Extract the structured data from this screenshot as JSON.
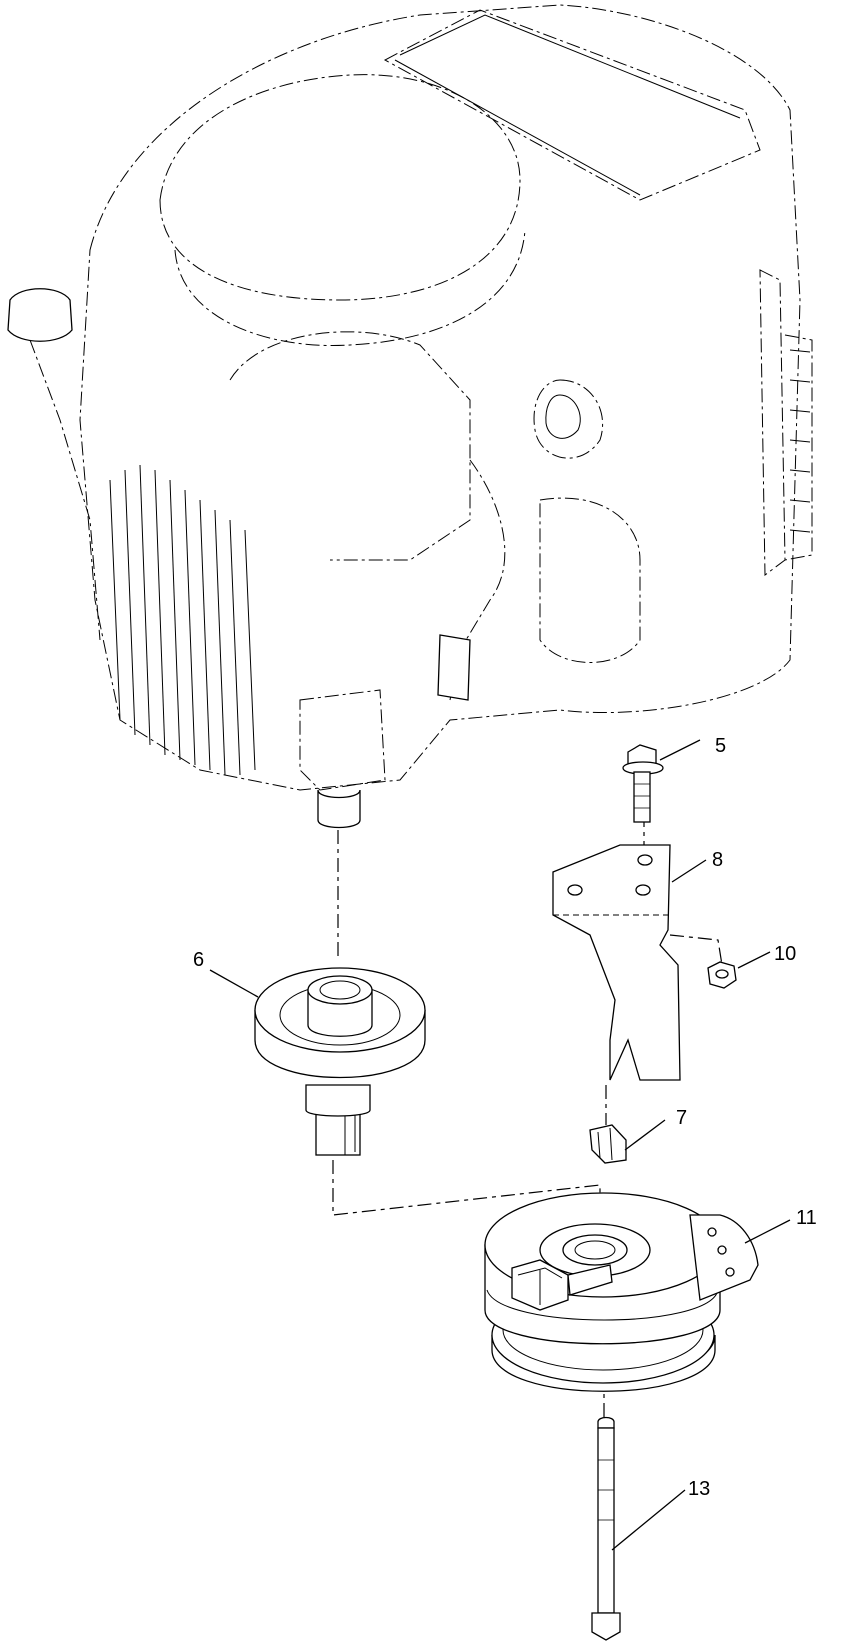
{
  "callouts": [
    {
      "id": "5",
      "label": "5"
    },
    {
      "id": "6",
      "label": "6"
    },
    {
      "id": "7",
      "label": "7"
    },
    {
      "id": "8",
      "label": "8"
    },
    {
      "id": "10",
      "label": "10"
    },
    {
      "id": "11",
      "label": "11"
    },
    {
      "id": "13",
      "label": "13"
    }
  ],
  "colors": {
    "line": "#000000",
    "background": "#ffffff"
  }
}
